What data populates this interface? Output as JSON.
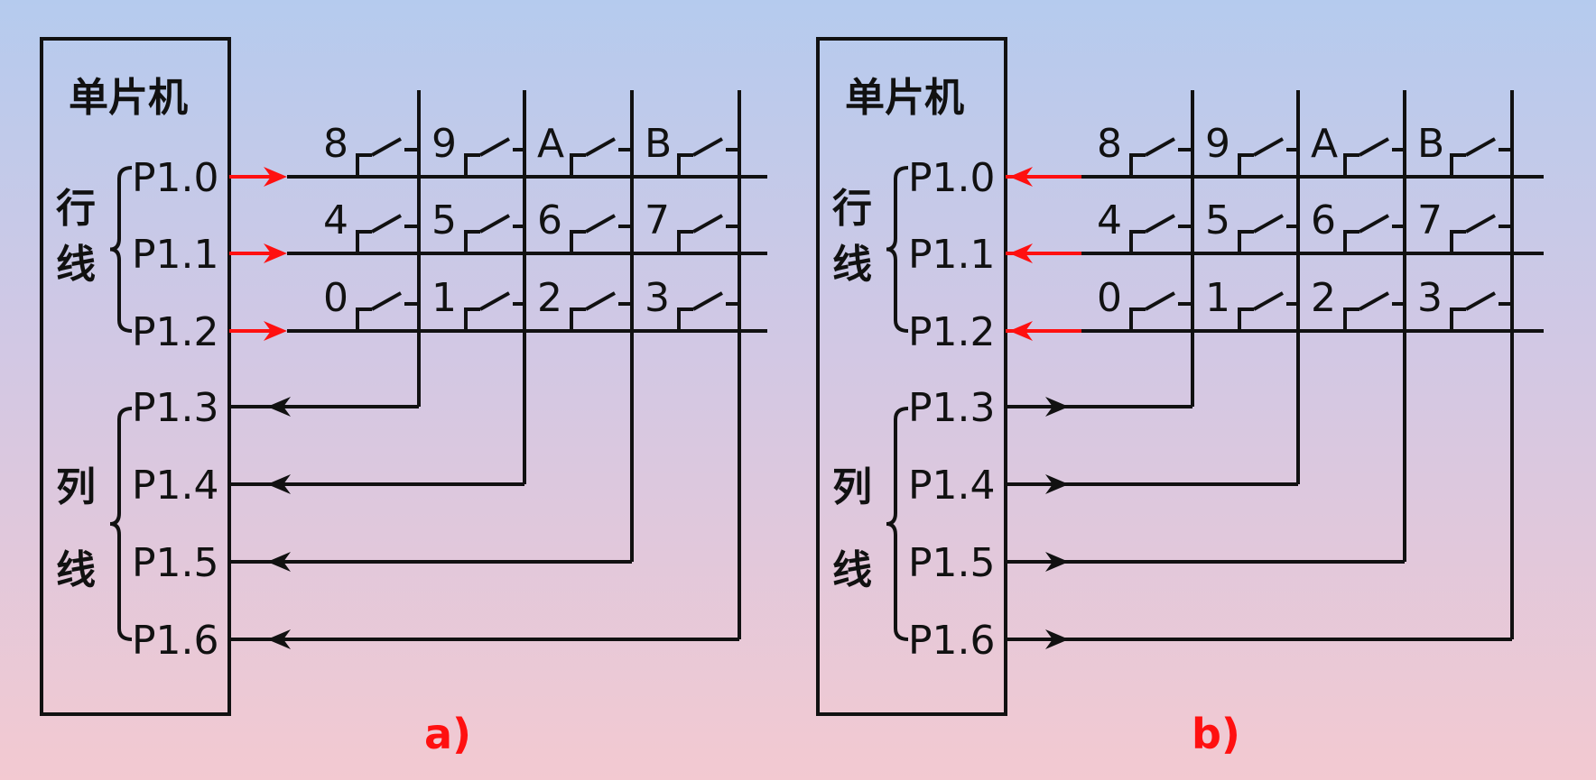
{
  "accent_color": "#ff1010",
  "line_color": "#111111",
  "panels": [
    {
      "id": "a",
      "title": "单片机",
      "row_group_label": [
        "行",
        "线"
      ],
      "col_group_label": [
        "列",
        "线"
      ],
      "row_pins": [
        "P1.0",
        "P1.1",
        "P1.2"
      ],
      "col_pins": [
        "P1.3",
        "P1.4",
        "P1.5",
        "P1.6"
      ],
      "keys": [
        [
          "8",
          "9",
          "A",
          "B"
        ],
        [
          "4",
          "5",
          "6",
          "7"
        ],
        [
          "0",
          "1",
          "2",
          "3"
        ]
      ],
      "row_arrow_direction": "out-of-mcu",
      "col_arrow_direction": "into-mcu",
      "caption": "a)"
    },
    {
      "id": "b",
      "title": "单片机",
      "row_group_label": [
        "行",
        "线"
      ],
      "col_group_label": [
        "列",
        "线"
      ],
      "row_pins": [
        "P1.0",
        "P1.1",
        "P1.2"
      ],
      "col_pins": [
        "P1.3",
        "P1.4",
        "P1.5",
        "P1.6"
      ],
      "keys": [
        [
          "8",
          "9",
          "A",
          "B"
        ],
        [
          "4",
          "5",
          "6",
          "7"
        ],
        [
          "0",
          "1",
          "2",
          "3"
        ]
      ],
      "row_arrow_direction": "into-mcu",
      "col_arrow_direction": "out-of-mcu",
      "caption": "b)"
    }
  ]
}
